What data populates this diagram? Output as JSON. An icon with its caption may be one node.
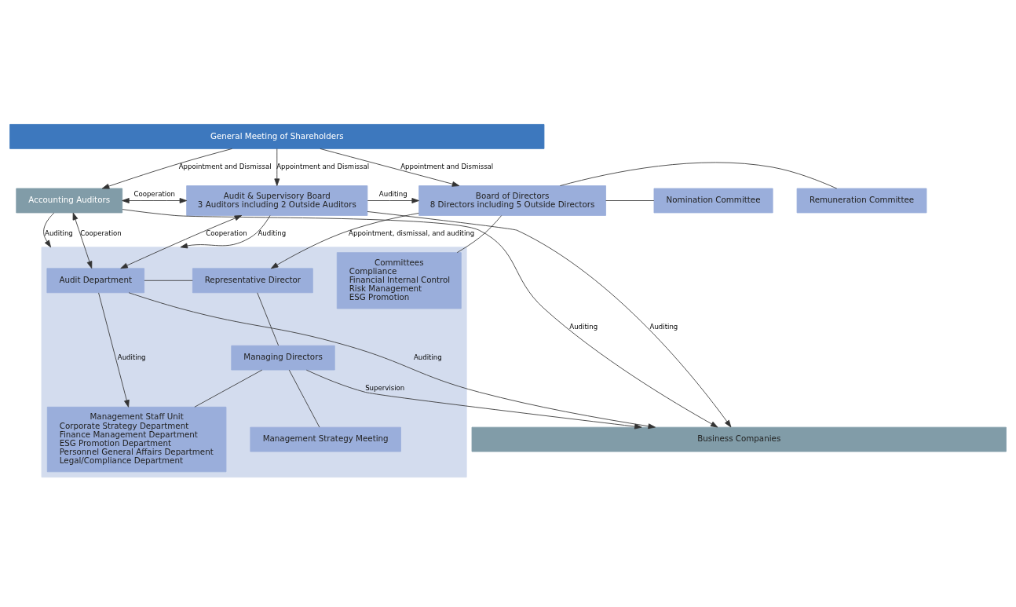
{
  "diagram": {
    "nodes": [
      {
        "text": [
          "General Meeting of Shareholders"
        ]
      },
      {
        "text": [
          "Accounting Auditors"
        ]
      },
      {
        "text": [
          "Audit & Supervisory Board",
          "3 Auditors including 2 Outside Auditors"
        ]
      },
      {
        "text": [
          "Board of Directors",
          "8 Directors including 5 Outside Directors"
        ]
      },
      {
        "text": [
          "Remuneration Committee"
        ]
      },
      {
        "text": [
          "Nomination Committee"
        ]
      },
      {
        "text": [],
        "shape": "box"
      },
      {
        "text": [
          "Audit Department"
        ],
        "in": 6
      },
      {
        "text": [
          "Representative Director"
        ],
        "in": 6
      },
      {
        "text": [
          "Managing Directors"
        ],
        "in": 6
      },
      {
        "text": [
          "Management Strategy Meeting"
        ],
        "in": 6
      },
      {
        "text": [
          "Committees",
          "Compliance",
          "Financial Internal Control",
          "Risk Management",
          "ESG Promotion"
        ],
        "in": 6
      },
      {
        "text": [
          "Management Staff Unit",
          "Corporate Strategy Department",
          "Finance Management Department",
          "ESG Promotion Department",
          "Personnel General Affairs Department",
          "Legal/Compliance Department"
        ],
        "in": 6
      },
      {
        "text": [
          "Business Companies"
        ]
      }
    ],
    "edges": [
      {
        "from": 0,
        "to": 1,
        "arrow": "to",
        "label": "Appointment and Dismissal"
      },
      {
        "from": 0,
        "to": 2,
        "arrow": "to",
        "label": "Appointment and Dismissal"
      },
      {
        "from": 0,
        "to": 3,
        "arrow": "to",
        "label": "Appointment and Dismissal"
      },
      {
        "from": 1,
        "to": 2,
        "arrow": "both",
        "label": "Cooperation"
      },
      {
        "from": 2,
        "to": 3,
        "arrow": "to",
        "label": "Auditing"
      },
      {
        "from": 3,
        "to": 4,
        "arrow": "none"
      },
      {
        "from": 3,
        "to": 5,
        "arrow": "none"
      },
      {
        "from": 3,
        "to": 11,
        "arrow": "none"
      },
      {
        "from": 3,
        "to": 8,
        "arrow": "to",
        "label": "Appointment, dismissal, and auditing"
      },
      {
        "from": 2,
        "to": 7,
        "arrow": "both",
        "label": "Cooperation"
      },
      {
        "from": 2,
        "to": 6,
        "arrow": "to",
        "label": "Auditing"
      },
      {
        "from": 1,
        "to": 7,
        "arrow": "both",
        "label": "Cooperation"
      },
      {
        "from": 1,
        "to": 6,
        "arrow": "to",
        "label": "Auditing"
      },
      {
        "from": 7,
        "to": 8,
        "arrow": "none"
      },
      {
        "from": 8,
        "to": 9,
        "arrow": "none"
      },
      {
        "from": 10,
        "to": 9,
        "arrow": "none"
      },
      {
        "from": 9,
        "to": 12,
        "arrow": "none"
      },
      {
        "from": 7,
        "to": 12,
        "arrow": "to",
        "label": "Auditing"
      },
      {
        "from": 2,
        "to": 13,
        "arrow": "to",
        "label": "Auditing"
      },
      {
        "from": 7,
        "to": 13,
        "arrow": "to",
        "label": "Auditing"
      },
      {
        "from": 9,
        "to": 13,
        "arrow": "to",
        "label": "Supervision"
      },
      {
        "from": 1,
        "to": 13,
        "arrow": "to",
        "label": "Auditing"
      }
    ]
  }
}
